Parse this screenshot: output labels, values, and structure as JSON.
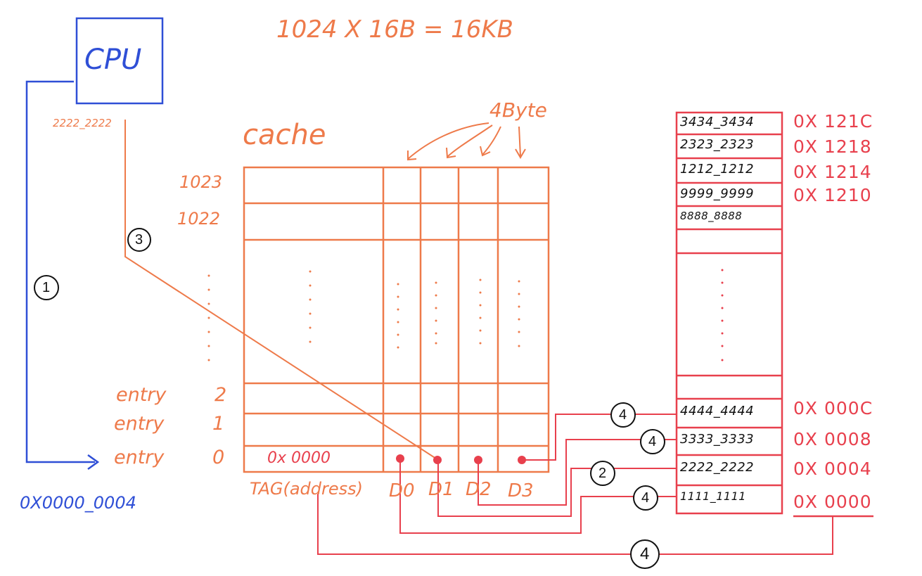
{
  "title": "1024 X 16B = 16KB",
  "cpu": {
    "label": "CPU",
    "data_value": "2222_2222",
    "address": "0X0000_0004"
  },
  "cache": {
    "label": "cache",
    "group_label": "4Byte",
    "row_labels": [
      "1023",
      "1022"
    ],
    "entries": [
      "entry 2",
      "entry 1",
      "entry 0"
    ],
    "entry0_tag": "0x 0000",
    "columns": [
      "TAG(address)",
      "D0",
      "D1",
      "D2",
      "D3"
    ]
  },
  "memory": {
    "top_words": [
      "3434_3434",
      "2323_2323",
      "1212_1212",
      "9999_9999",
      "8888_8888"
    ],
    "top_addresses": [
      "0X 121C",
      "0X 1218",
      "0X 1214",
      "0X 1210"
    ],
    "bottom_words": [
      "4444_4444",
      "3333_3333",
      "2222_2222",
      "1111_1111"
    ],
    "bottom_addresses": [
      "0X 000C",
      "0X 0008",
      "0X 0004",
      "0X 0000"
    ]
  },
  "steps": [
    "1",
    "2",
    "3",
    "4",
    "4",
    "4",
    "4"
  ]
}
